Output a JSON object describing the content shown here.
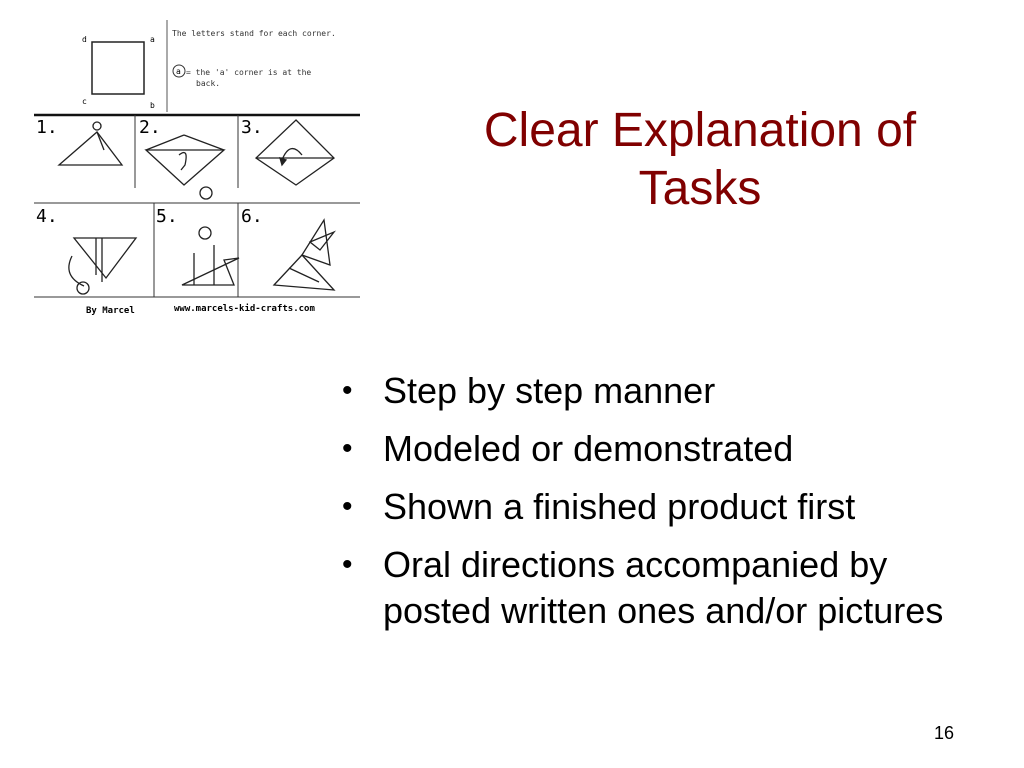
{
  "slide": {
    "title": "Clear Explanation of Tasks",
    "bullets": [
      "Step by step manner",
      "Modeled or demonstrated",
      "Shown a finished product first",
      "Oral directions accompanied by posted written ones and/or pictures"
    ],
    "page_number": "16",
    "title_color": "#800000"
  },
  "origami_image": {
    "note_line1": "The letters stand for each corner.",
    "note_line2": "= the 'a' corner is at the",
    "note_line3": "back.",
    "circled_a": "a",
    "corner_labels": {
      "a": "a",
      "b": "b",
      "c": "c",
      "d": "d"
    },
    "steps": [
      "1.",
      "2.",
      "3.",
      "4.",
      "5.",
      "6."
    ],
    "author": "By Marcel",
    "website": "www.marcels-kid-crafts.com"
  }
}
